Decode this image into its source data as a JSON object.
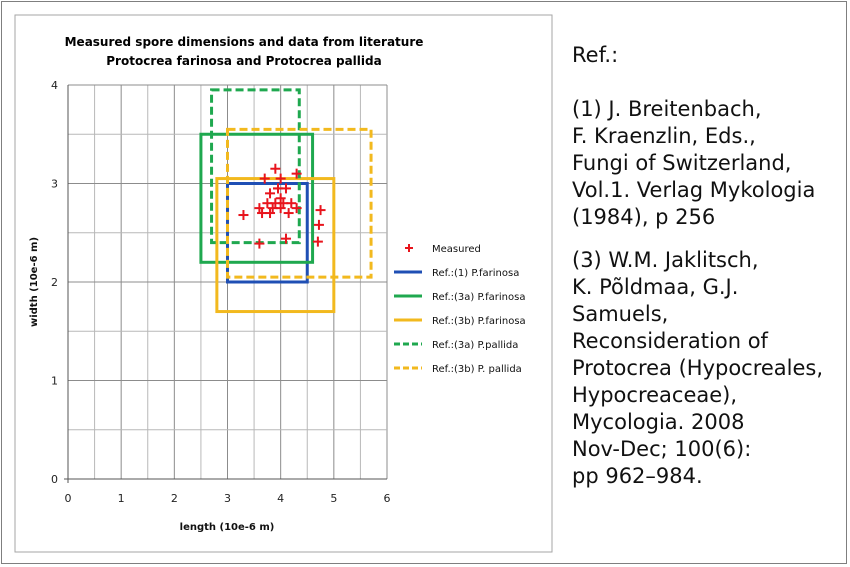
{
  "chart_data": {
    "type": "scatter",
    "title": "Measured spore dimensions and data from literature",
    "subtitle": "Protocrea farinosa and Protocrea pallida",
    "xlabel": "length (10e-6 m)",
    "ylabel": "width (10e-6 m)",
    "xlim": [
      0,
      6
    ],
    "ylim": [
      0,
      4
    ],
    "x_ticks": [
      "0",
      "1",
      "2",
      "3",
      "4",
      "5",
      "6"
    ],
    "y_ticks": [
      "0",
      "1",
      "2",
      "3",
      "4"
    ],
    "grid": true,
    "legend_position": "right",
    "series": [
      {
        "name": "Measured",
        "kind": "points",
        "marker": "plus",
        "color": "#e8141c",
        "points": [
          [
            3.7,
            3.05
          ],
          [
            3.9,
            3.15
          ],
          [
            4.0,
            3.05
          ],
          [
            4.3,
            3.1
          ],
          [
            4.1,
            2.95
          ],
          [
            3.95,
            2.95
          ],
          [
            3.8,
            2.9
          ],
          [
            4.0,
            2.85
          ],
          [
            3.9,
            2.8
          ],
          [
            3.75,
            2.8
          ],
          [
            3.85,
            2.75
          ],
          [
            4.05,
            2.8
          ],
          [
            4.2,
            2.8
          ],
          [
            4.3,
            2.75
          ],
          [
            3.6,
            2.75
          ],
          [
            3.65,
            2.7
          ],
          [
            3.8,
            2.7
          ],
          [
            4.0,
            2.75
          ],
          [
            4.15,
            2.7
          ],
          [
            3.3,
            2.68
          ],
          [
            3.95,
            2.95
          ],
          [
            4.75,
            2.73
          ],
          [
            4.72,
            2.58
          ],
          [
            4.7,
            2.41
          ],
          [
            4.1,
            2.44
          ],
          [
            3.6,
            2.39
          ]
        ]
      },
      {
        "name": "Ref.:(1) P.farinosa",
        "kind": "rect",
        "color": "#1f4fb4",
        "dashed": false,
        "x": [
          3,
          4.5
        ],
        "y": [
          2,
          3
        ]
      },
      {
        "name": "Ref.:(3a) P.farinosa",
        "kind": "rect",
        "color": "#1fa84f",
        "dashed": false,
        "x": [
          2.5,
          4.6
        ],
        "y": [
          2.2,
          3.5
        ]
      },
      {
        "name": "Ref.:(3b) P.farinosa",
        "kind": "rect",
        "color": "#f2b91e",
        "dashed": false,
        "x": [
          2.8,
          5.0
        ],
        "y": [
          1.7,
          3.05
        ]
      },
      {
        "name": "Ref.:(3a) P.pallida",
        "kind": "rect",
        "color": "#1fa84f",
        "dashed": true,
        "x": [
          2.7,
          4.35
        ],
        "y": [
          2.4,
          3.95
        ]
      },
      {
        "name": "Ref.:(3b) P. pallida",
        "kind": "rect",
        "color": "#f2b91e",
        "dashed": true,
        "x": [
          3.0,
          5.7
        ],
        "y": [
          2.05,
          3.55
        ]
      }
    ]
  },
  "references": {
    "heading": "Ref.:",
    "items": [
      "(1) J. Breitenbach, F. Kraenzlin, Eds., Fungi of Switzerland, Vol.1. Verlag Mykologia (1984), p 256",
      "(3) W.M. Jaklitsch, K. Põldmaa, G.J. Samuels, Reconsideration of Protocrea (Hypocreales, Hypocreaceae), Mycologia. 2008 Nov-Dec; 100(6): pp 962–984."
    ],
    "lines": [
      [
        "(1) J. Breitenbach,",
        "F. Kraenzlin, Eds.,",
        "Fungi of Switzerland,",
        "Vol.1. Verlag Mykologia",
        "(1984), p 256"
      ],
      [
        "(3) W.M. Jaklitsch,",
        "K. Põldmaa, G.J.",
        "Samuels,",
        "Reconsideration of",
        "Protocrea (Hypocreales,",
        "Hypocreaceae),",
        "Mycologia. 2008",
        "Nov-Dec; 100(6):",
        "pp 962–984."
      ]
    ]
  }
}
